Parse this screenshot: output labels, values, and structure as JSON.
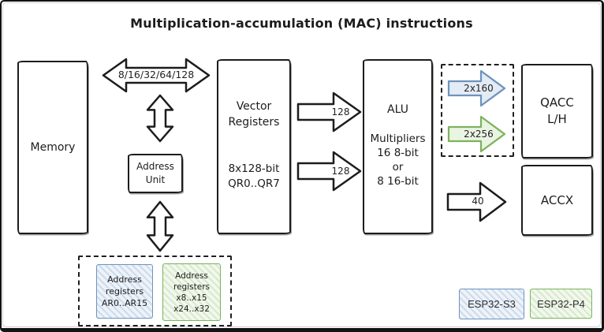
{
  "title": "Multiplication-accumulation (MAC) instructions",
  "blocks": {
    "memory": {
      "label": "Memory"
    },
    "vector_registers": {
      "name_lines": [
        "Vector",
        "Registers"
      ],
      "detail_lines": [
        "8x128-bit",
        "QR0..QR7"
      ]
    },
    "address_unit": {
      "lines": [
        "Address",
        "Unit"
      ]
    },
    "alu": {
      "name": "ALU",
      "detail_lines": [
        "Multipliers",
        "16 8-bit",
        "or",
        "8 16-bit"
      ]
    },
    "qacc": {
      "lines": [
        "QACC",
        "L/H"
      ]
    },
    "accx": {
      "label": "ACCX"
    },
    "address_registers_s3": {
      "lines": [
        "Address",
        "registers",
        "AR0..AR15"
      ]
    },
    "address_registers_p4": {
      "lines": [
        "Address",
        "registers",
        "x8..x15",
        "x24..x32"
      ]
    }
  },
  "arrows": {
    "memory_bus_label": "8/16/32/64/128",
    "vr_to_alu_top_label": "128",
    "vr_to_alu_bottom_label": "128",
    "alu_to_qacc_s3_label": "2x160",
    "alu_to_qacc_p4_label": "2x256",
    "alu_to_accx_label": "40"
  },
  "legend": {
    "esp32_s3": "ESP32-S3",
    "esp32_p4": "ESP32-P4"
  },
  "colors": {
    "outline": "#1c1c1c",
    "s3_blue": "#6e93bd",
    "s3_blue_fill": "#e3ebf5",
    "p4_green": "#7cb35e",
    "p4_green_fill": "#eaf4e3"
  }
}
